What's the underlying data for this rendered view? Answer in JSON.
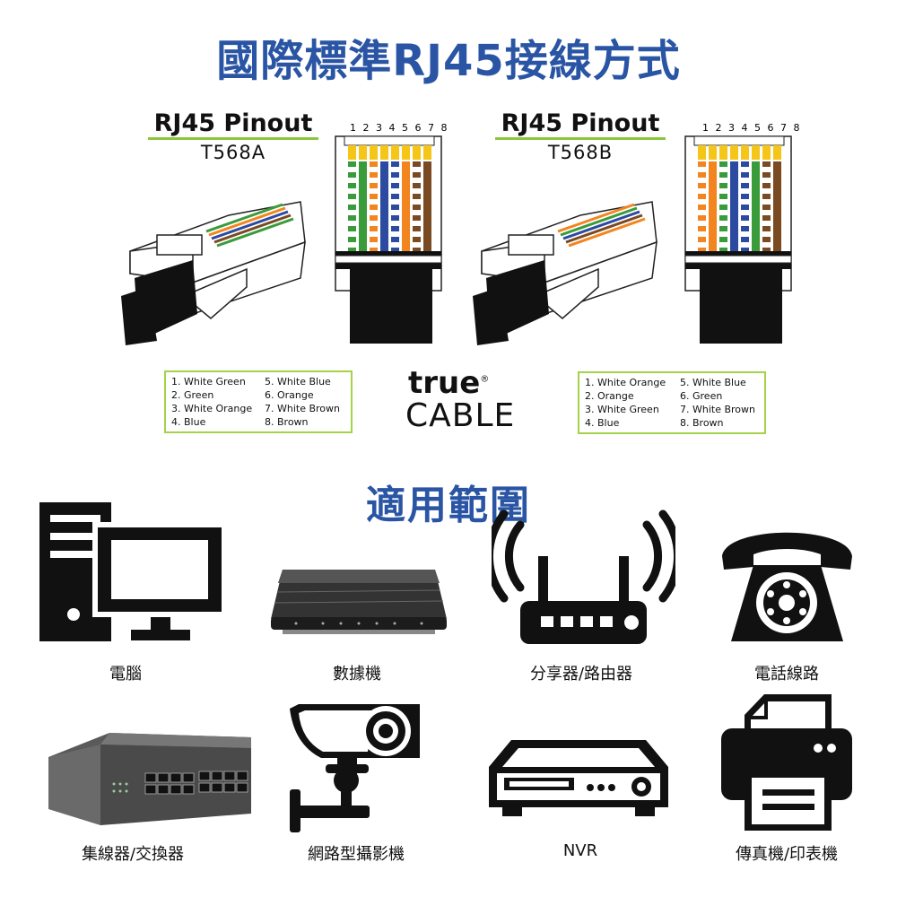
{
  "title": "國際標準RJ45接線方式",
  "pinouts": [
    {
      "heading": "RJ45 Pinout",
      "standard": "T568A",
      "pin_numbers": "1 2 3 4 5 6 7 8",
      "wire_colors": [
        "#3a9b3a",
        "#3a9b3a",
        "#f2851f",
        "#2b4aa0",
        "#2b4aa0",
        "#f2851f",
        "#7a4a22",
        "#7a4a22"
      ],
      "wire_striped": [
        true,
        false,
        true,
        false,
        true,
        false,
        true,
        false
      ],
      "legend_left": [
        "1. White Green",
        "2. Green",
        "3. White Orange",
        "4. Blue"
      ],
      "legend_right": [
        "5. White Blue",
        "6. Orange",
        "7. White Brown",
        "8. Brown"
      ]
    },
    {
      "heading": "RJ45 Pinout",
      "standard": "T568B",
      "pin_numbers": "1 2 3 4 5 6 7 8",
      "wire_colors": [
        "#f2851f",
        "#f2851f",
        "#3a9b3a",
        "#2b4aa0",
        "#2b4aa0",
        "#3a9b3a",
        "#7a4a22",
        "#7a4a22"
      ],
      "wire_striped": [
        true,
        false,
        true,
        false,
        true,
        false,
        true,
        false
      ],
      "legend_left": [
        "1. White Orange",
        "2. Orange",
        "3. White Green",
        "4. Blue"
      ],
      "legend_right": [
        "5. White Blue",
        "6. Green",
        "7. White Brown",
        "8. Brown"
      ]
    }
  ],
  "brand": {
    "line1": "true",
    "mark": "®",
    "line2": "CABLE"
  },
  "applications_title": "適用範圍",
  "applications": [
    {
      "label": "電腦",
      "icon": "computer-icon"
    },
    {
      "label": "數據機",
      "icon": "modem-icon"
    },
    {
      "label": "分享器/路由器",
      "icon": "router-icon"
    },
    {
      "label": "電話線路",
      "icon": "telephone-icon"
    },
    {
      "label": "集線器/交換器",
      "icon": "switch-icon"
    },
    {
      "label": "網路型攝影機",
      "icon": "ip-camera-icon"
    },
    {
      "label": "NVR",
      "icon": "nvr-icon"
    },
    {
      "label": "傳真機/印表機",
      "icon": "printer-icon"
    }
  ],
  "colors": {
    "title_blue": "#2a55a4",
    "legend_border": "#a6d24a",
    "underline_green": "#8cc63f"
  }
}
